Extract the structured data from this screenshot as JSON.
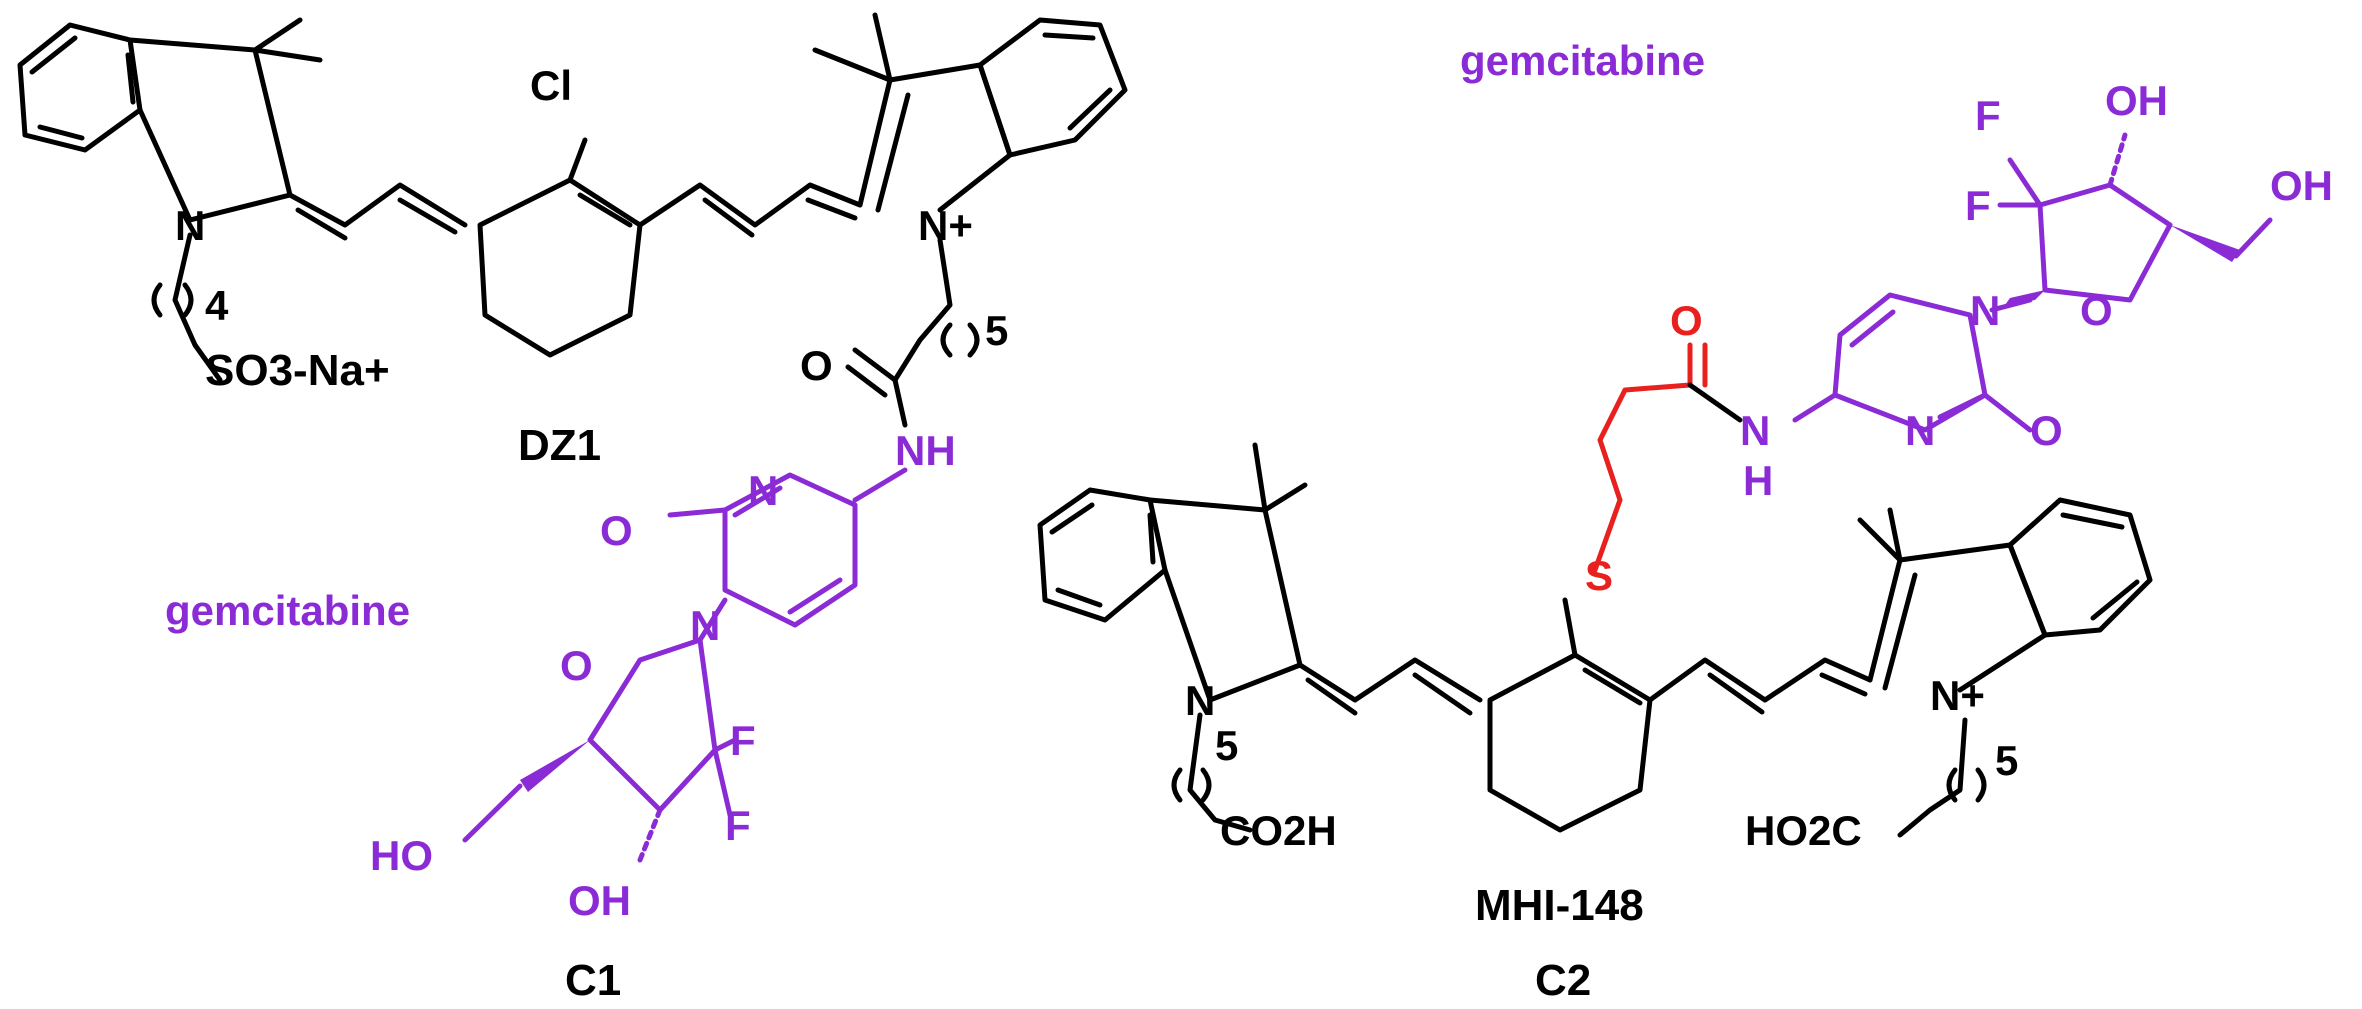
{
  "colors": {
    "black": "#000000",
    "purple": "#8B2BD6",
    "red": "#E8201E"
  },
  "labels": {
    "dz1": "DZ1",
    "c1": "C1",
    "c2": "C2",
    "mhi148": "MHI-148",
    "gem_top": "gemcitabine",
    "gem_left": "gemcitabine",
    "cl": "Cl",
    "so3na": "SO3-Na+",
    "n": "N",
    "nplus": "N+",
    "o": "O",
    "nh": "NH",
    "h": "H",
    "f": "F",
    "oh": "OH",
    "ho": "HO",
    "s": "S",
    "co2h": "CO2H",
    "ho2c": "HO2C",
    "n4": "4",
    "n5": "5"
  }
}
